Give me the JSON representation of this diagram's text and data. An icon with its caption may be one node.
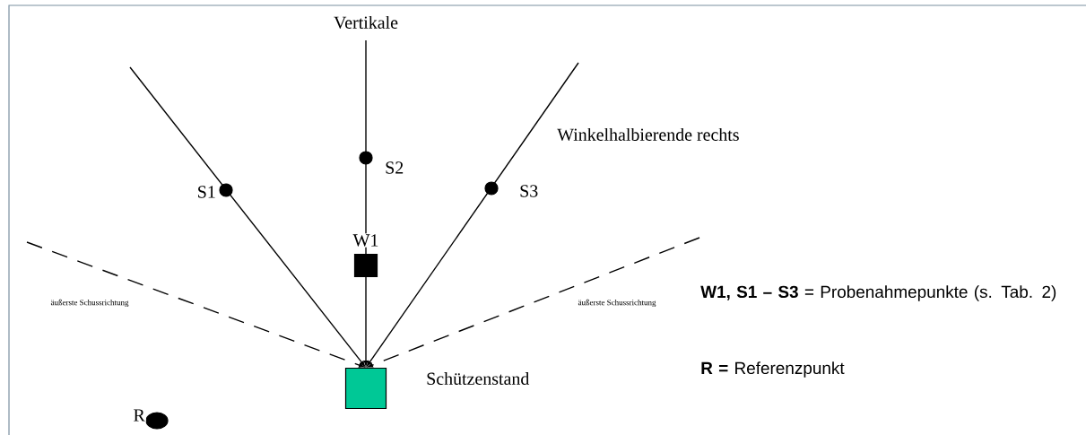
{
  "diagram": {
    "nodes": [
      {
        "text": [],
        "shape": "circle",
        "beside": [
          "S2"
        ]
      },
      {
        "text": [],
        "shape": "circle",
        "beside": [
          "S1"
        ]
      },
      {
        "text": [],
        "shape": "circle",
        "beside": [
          "S3"
        ]
      },
      {
        "text": [],
        "shape": "box",
        "beside": [
          "W1"
        ]
      },
      {
        "text": [],
        "shape": "box",
        "beside": [
          "Schützenstand"
        ]
      },
      {
        "text": [],
        "shape": "circle",
        "beside": [
          "R"
        ]
      }
    ],
    "edges": [
      {
        "from": null,
        "to": 4,
        "arrow": "to"
      },
      {
        "from": null,
        "to": 4,
        "arrow": "to"
      },
      {
        "from": null,
        "to": 4,
        "arrow": "to"
      },
      {
        "from": null,
        "to": 4,
        "arrow": "to",
        "style": "dashed"
      },
      {
        "from": null,
        "to": 4,
        "arrow": "to",
        "style": "dashed"
      }
    ],
    "labels": [
      "Vertikale",
      "Winkelhalbierende rechts",
      "äußerste Schussrichtung",
      "äußerste Schussrichtung",
      "**W1, S1 – S3** = Probenahmepunkte (s. Tab. 2)",
      "**R =** Referenzpunkt"
    ]
  }
}
